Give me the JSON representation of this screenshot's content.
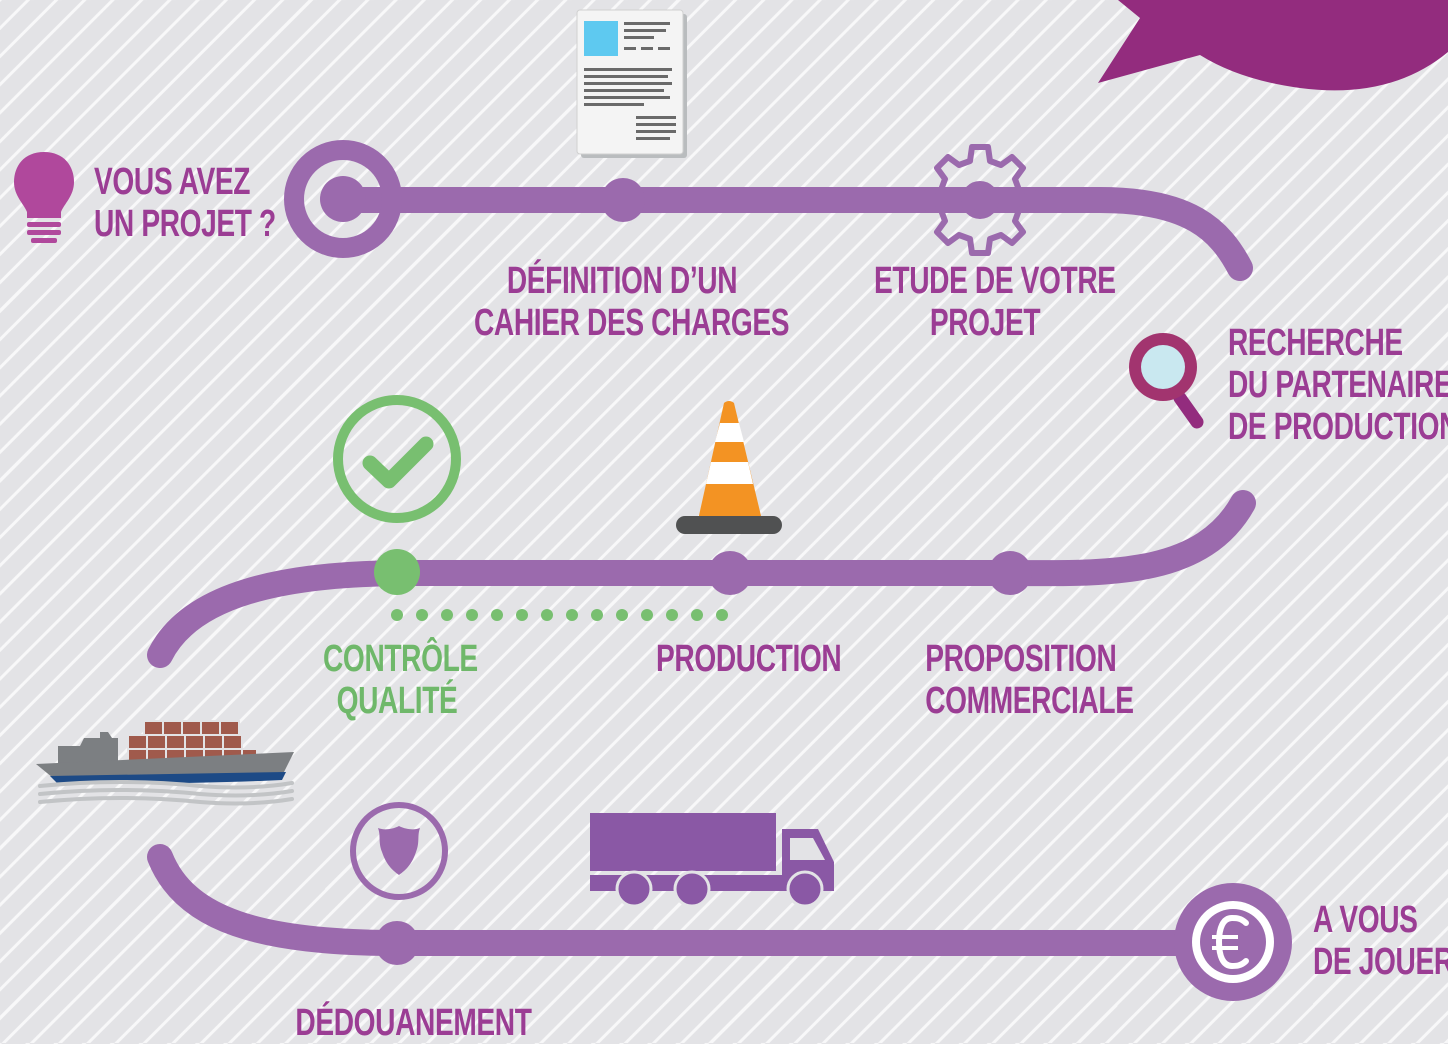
{
  "colors": {
    "track": "#9b6aad",
    "label": "#9b3d94",
    "quality": "#6fb86a",
    "bubble": "#932c7e",
    "truck": "#8a58a5",
    "cone_orange": "#f39323",
    "cone_base": "#505152"
  },
  "steps": {
    "start": {
      "line1": "VOUS AVEZ",
      "line2": "UN PROJET ?",
      "icon": "lightbulb-icon"
    },
    "cahier": {
      "line1": "DÉFINITION D’UN",
      "line2": "CAHIER DES CHARGES",
      "icon": "document-icon"
    },
    "etude": {
      "line1": "ETUDE DE VOTRE",
      "line2": "PROJET",
      "icon": "gear-icon"
    },
    "recherche": {
      "line1": "RECHERCHE",
      "line2": "DU PARTENAIRE",
      "line3": "DE PRODUCTION",
      "icon": "magnifier-icon"
    },
    "proposition": {
      "line1": "PROPOSITION",
      "line2": "COMMERCIALE"
    },
    "production": {
      "line1": "PRODUCTION",
      "icon": "traffic-cone-icon"
    },
    "controle": {
      "line1": "CONTRÔLE",
      "line2": "QUALITÉ",
      "icon": "checkmark-icon"
    },
    "transport": {
      "icons": [
        "cargo-ship-icon",
        "truck-icon"
      ]
    },
    "dedouanement": {
      "line1": "DÉDOUANEMENT",
      "icon": "police-badge-icon"
    },
    "fin": {
      "line1": "A VOUS",
      "line2": "DE JOUER",
      "icon": "euro-icon"
    }
  }
}
